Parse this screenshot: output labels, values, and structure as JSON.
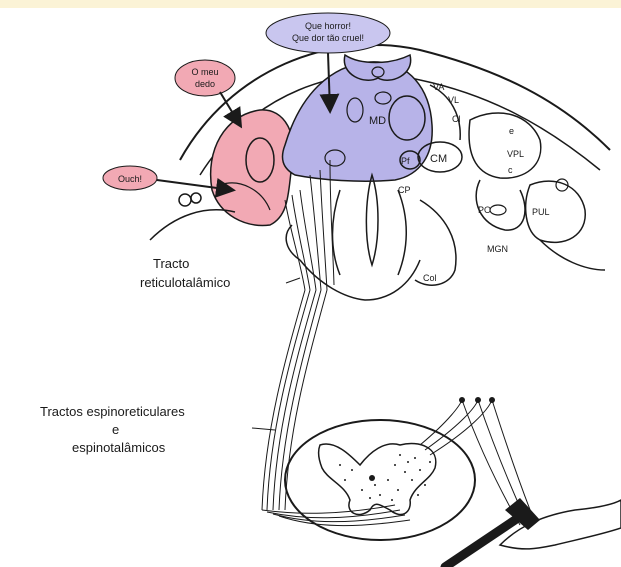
{
  "bubbles": {
    "top": [
      "Que horror!",
      "Que dor tão cruel!"
    ],
    "finger": [
      "O meu",
      "dedo"
    ],
    "ouch": "Ouch!"
  },
  "labels": {
    "tracto": [
      "Tracto",
      "reticulotalâmico"
    ],
    "tractos": [
      "Tractos espinoreticulares",
      "e",
      "espinotalâmicos"
    ]
  },
  "nuclei": {
    "va": "VA",
    "vl": "VL",
    "md": "MD",
    "cl": "Cl",
    "pf": "Pf",
    "cm": "CM",
    "cp": "CP",
    "vpl": "VPL",
    "e": "e",
    "c": "c",
    "po": "PO",
    "pul": "PUL",
    "mgn": "MGN",
    "col": "Col"
  },
  "colors": {
    "pain_pink": "#f2a9b4",
    "thalamus_lavender": "#b7b3e8",
    "bubble_lavender": "#c9c6ef",
    "line": "#1a1a1a"
  }
}
